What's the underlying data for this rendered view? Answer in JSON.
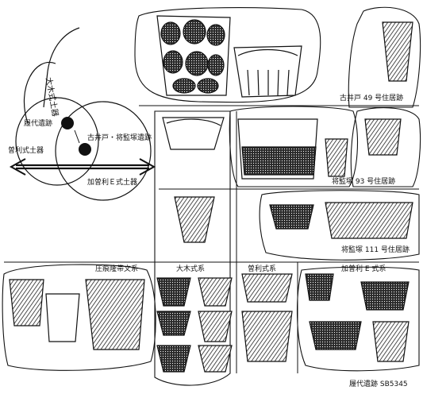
{
  "diagram": {
    "labels": {
      "ootaki": "大木式土器",
      "reidai": "履代遺跡",
      "soritsu": "曽利式土器",
      "furuido_shogen": "古井戸・将監塚遺跡",
      "kasori": "加曽利Ｅ式土器"
    }
  },
  "plates": {
    "furuido49": "古井戸 49 号住居跡",
    "shogen93": "将監塚 93 号住居跡",
    "shogen111": "将監塚 111 号住居跡",
    "reidai_sb": "履代遺跡 SB5345"
  },
  "categories": {
    "atsukon": "圧痕隆帯文系",
    "ootaki": "大木式系",
    "soritsu": "曽利式系",
    "kasori": "加曽利 E 式系"
  },
  "colors": {
    "ink": "#111111",
    "paper": "#ffffff",
    "vessel_fill": "#2a2a2a"
  }
}
